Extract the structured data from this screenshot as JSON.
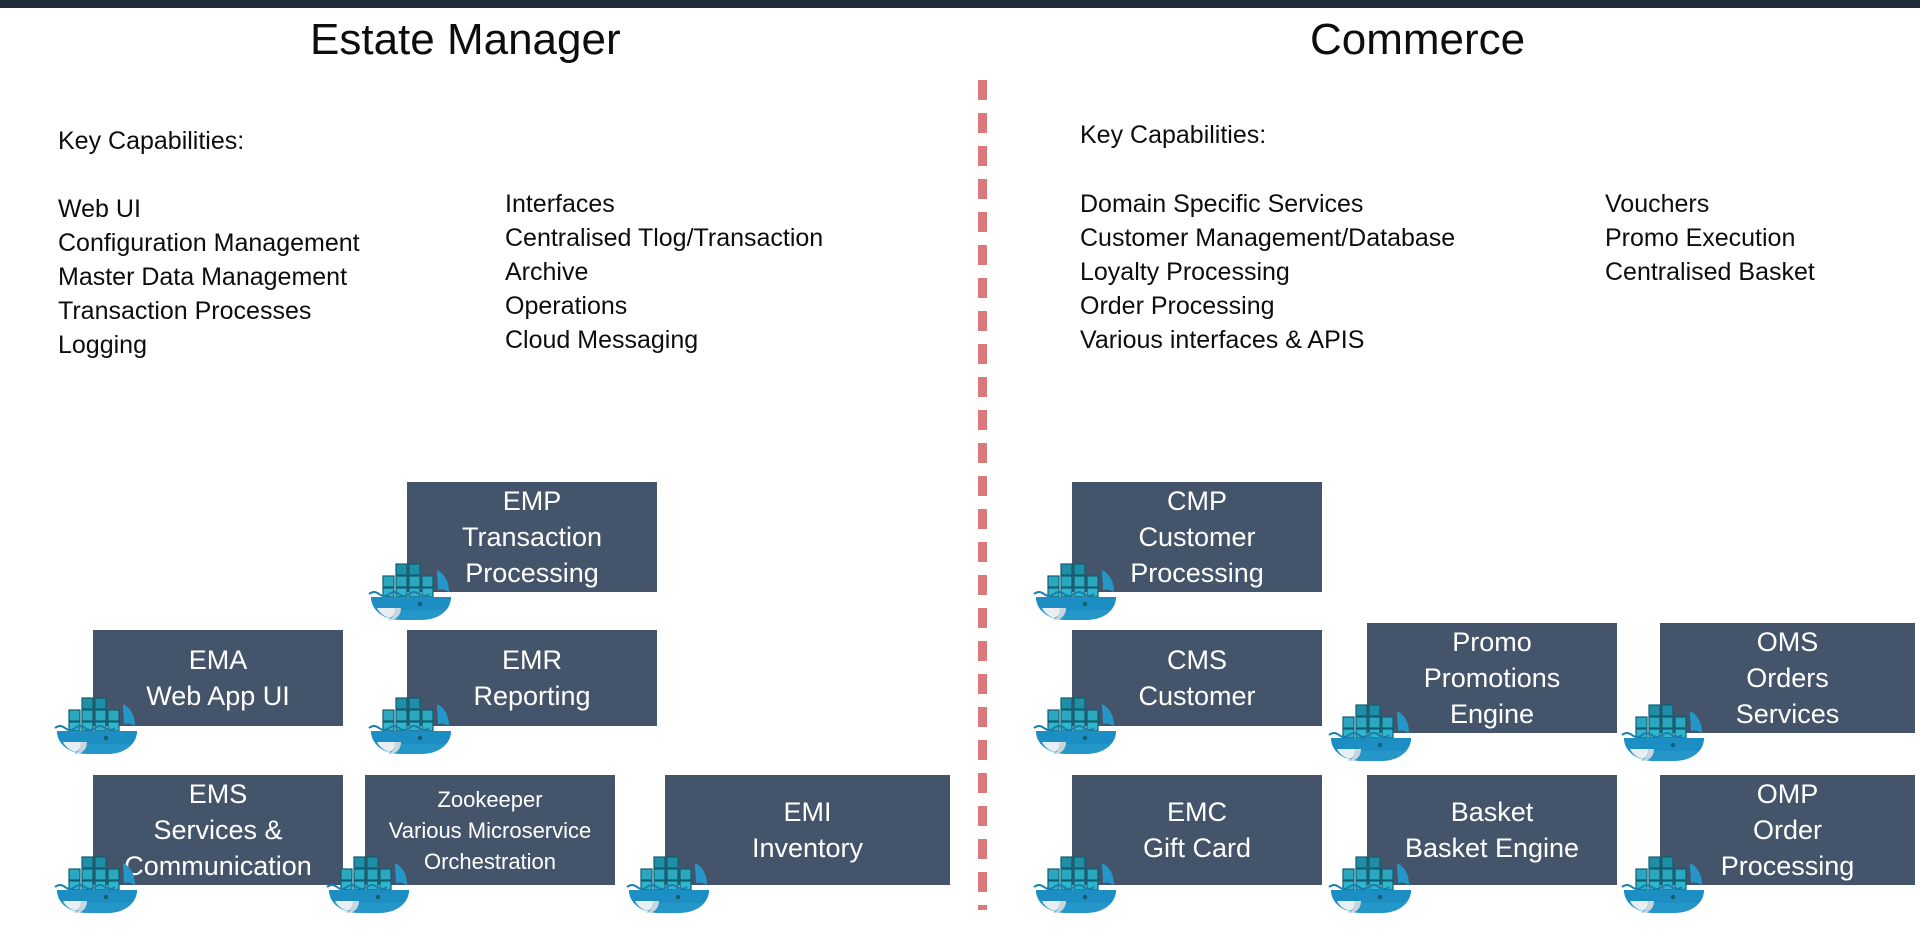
{
  "theme": {
    "topbar_color": "#222b38",
    "box_color": "#44546a",
    "divider_color": "#d9797c",
    "box_text_color": "#ffffff",
    "page_background": "#ffffff",
    "text_color": "#0d0d0d"
  },
  "columns": [
    {
      "id": "estate-manager",
      "title": "Estate Manager",
      "capabilities_heading": "Key Capabilities:",
      "capabilities_left": [
        "Web UI",
        "Configuration Management",
        "Master Data Management",
        "Transaction Processes",
        "Logging"
      ],
      "capabilities_right": [
        "Interfaces",
        "Centralised Tlog/Transaction",
        "Archive",
        "Operations",
        "Cloud Messaging"
      ]
    },
    {
      "id": "commerce",
      "title": "Commerce",
      "capabilities_heading": "Key Capabilities:",
      "capabilities_left": [
        "Domain Specific Services",
        "Customer Management/Database",
        "Loyalty Processing",
        "Order Processing",
        "Various interfaces & APIS"
      ],
      "capabilities_right": [
        "Vouchers",
        "Promo Execution",
        "Centralised Basket"
      ]
    }
  ],
  "nodes": [
    {
      "id": "emp",
      "lines": [
        "EMP",
        "Transaction",
        "Processing"
      ],
      "icon": "docker-whale-icon"
    },
    {
      "id": "ema",
      "lines": [
        "EMA",
        "Web App UI"
      ],
      "icon": "docker-whale-icon"
    },
    {
      "id": "emr",
      "lines": [
        "EMR",
        "Reporting"
      ],
      "icon": "docker-whale-icon"
    },
    {
      "id": "ems",
      "lines": [
        "EMS",
        "Services &",
        "Communication"
      ],
      "icon": "docker-whale-icon"
    },
    {
      "id": "zookeeper",
      "lines": [
        "Zookeeper",
        "Various Microservice",
        "Orchestration"
      ],
      "icon": "docker-whale-icon"
    },
    {
      "id": "emi",
      "lines": [
        "EMI",
        "Inventory"
      ],
      "icon": "docker-whale-icon"
    },
    {
      "id": "cmp",
      "lines": [
        "CMP",
        "Customer",
        "Processing"
      ],
      "icon": "docker-whale-icon"
    },
    {
      "id": "cms",
      "lines": [
        "CMS",
        "Customer"
      ],
      "icon": "docker-whale-icon"
    },
    {
      "id": "promo",
      "lines": [
        "Promo",
        "Promotions",
        "Engine"
      ],
      "icon": "docker-whale-icon"
    },
    {
      "id": "oms",
      "lines": [
        "OMS",
        "Orders",
        "Services"
      ],
      "icon": "docker-whale-icon"
    },
    {
      "id": "emc",
      "lines": [
        "EMC",
        "Gift Card"
      ],
      "icon": "docker-whale-icon"
    },
    {
      "id": "basket",
      "lines": [
        "Basket",
        "Basket Engine"
      ],
      "icon": "docker-whale-icon"
    },
    {
      "id": "omp",
      "lines": [
        "OMP",
        "Order",
        "Processing"
      ],
      "icon": "docker-whale-icon"
    }
  ]
}
